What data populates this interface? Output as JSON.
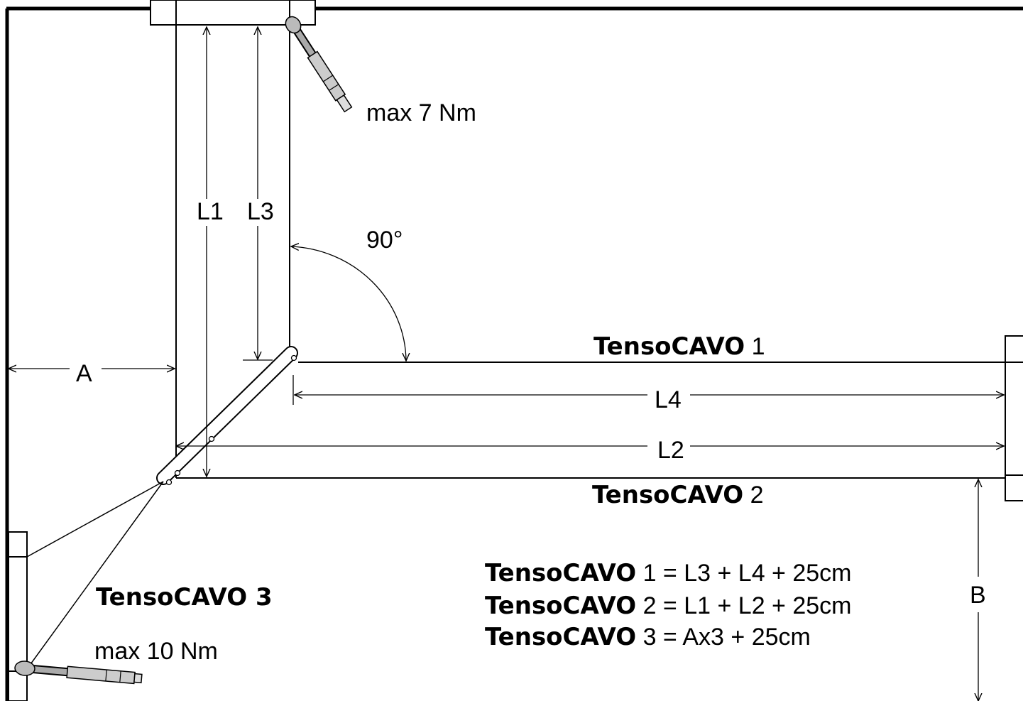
{
  "labels": {
    "torque_top": "max 7 Nm",
    "torque_bottom": "max 10 Nm",
    "angle": "90°",
    "L1": "L1",
    "L2": "L2",
    "L3": "L3",
    "L4": "L4",
    "A": "A",
    "B": "B"
  },
  "cables": {
    "c1_name": "TensoCAVO",
    "c1_num": " 1",
    "c2_name": "TensoCAVO",
    "c2_num": " 2",
    "c3_label": "TensoCAVO 3"
  },
  "formulas": [
    {
      "name": "TensoCAVO",
      "expr": " 1 = L3 + L4 + 25cm"
    },
    {
      "name": "TensoCAVO",
      "expr": " 2 = L1 + L2 + 25cm"
    },
    {
      "name": "TensoCAVO",
      "expr": " 3 = Ax3 + 25cm"
    }
  ]
}
